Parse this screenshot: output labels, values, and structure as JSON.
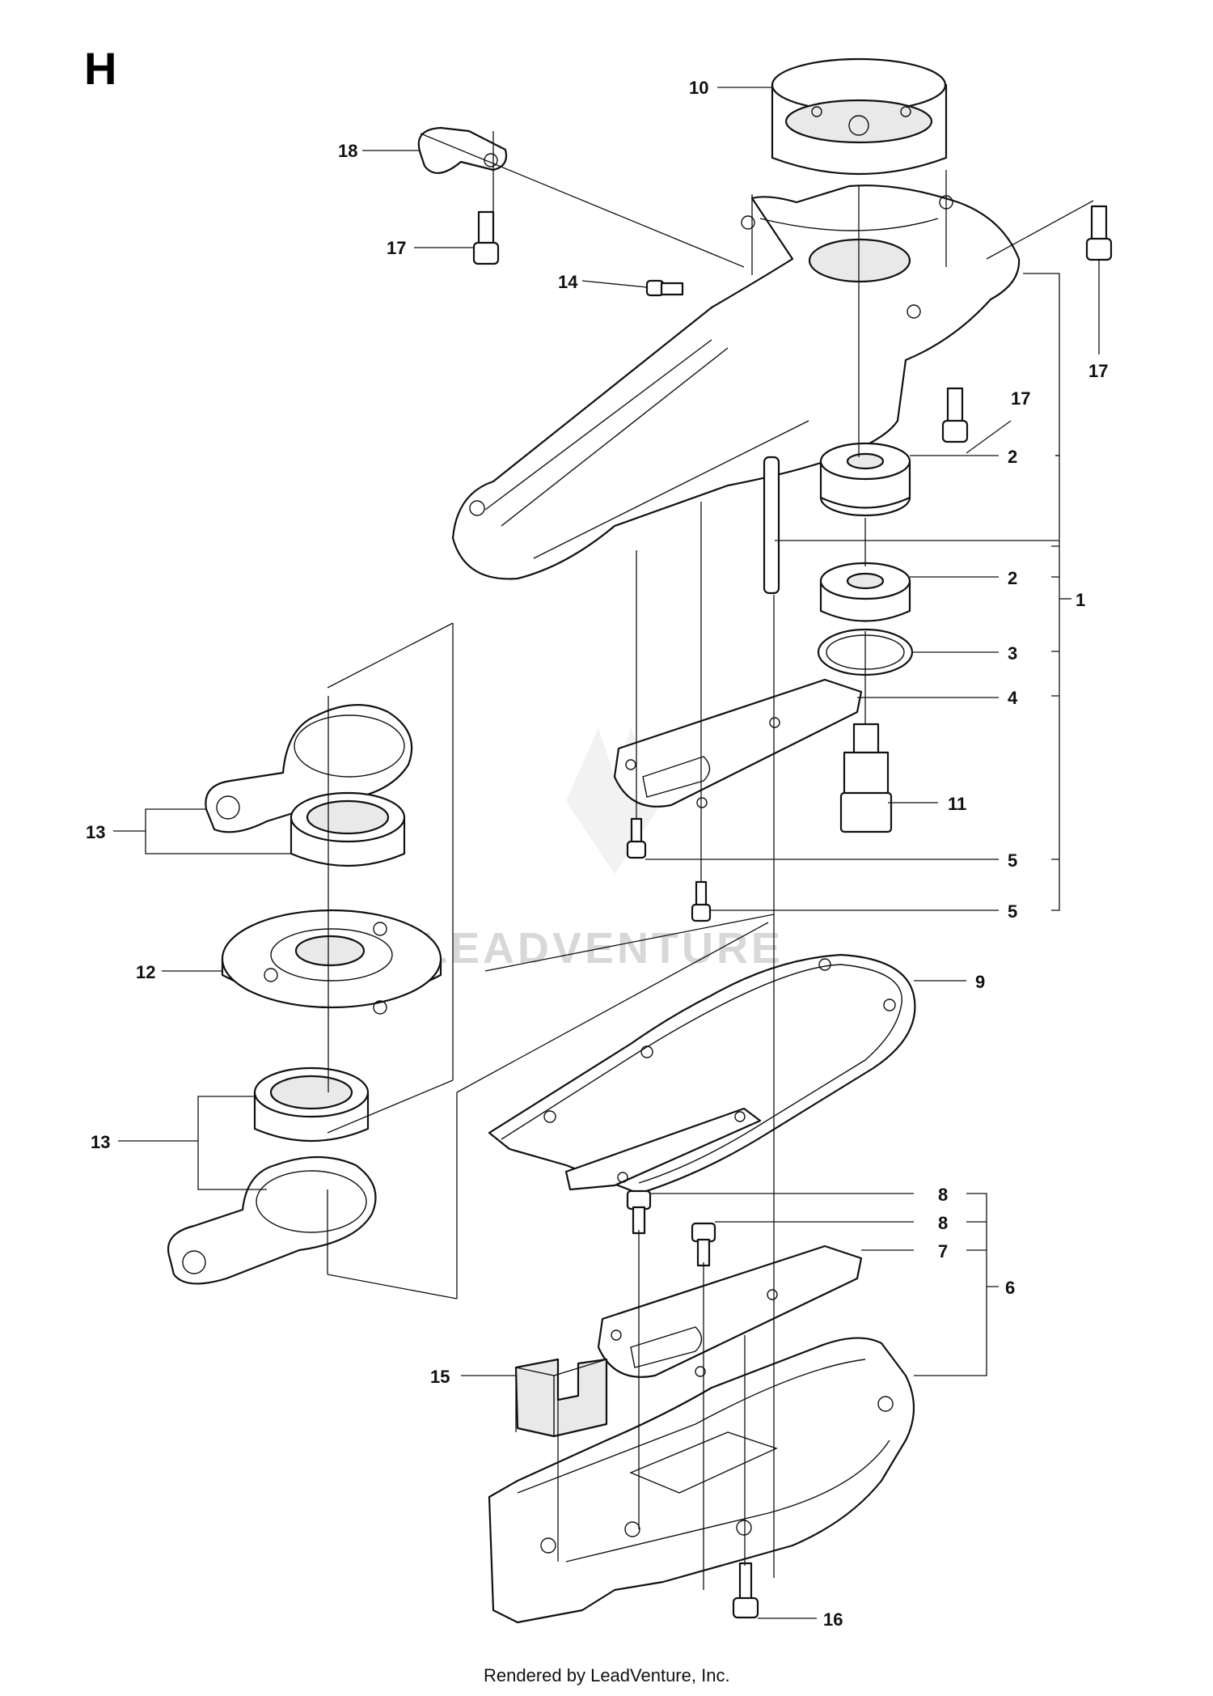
{
  "section_letter": "H",
  "watermark": "LEADVENTURE",
  "footer": "Rendered by LeadVenture, Inc.",
  "callouts": [
    {
      "id": "c10",
      "label": "10"
    },
    {
      "id": "c18",
      "label": "18"
    },
    {
      "id": "c17a",
      "label": "17"
    },
    {
      "id": "c14",
      "label": "14"
    },
    {
      "id": "c17b",
      "label": "17"
    },
    {
      "id": "c17c",
      "label": "17"
    },
    {
      "id": "c2a",
      "label": "2"
    },
    {
      "id": "c2b",
      "label": "2"
    },
    {
      "id": "c1",
      "label": "1"
    },
    {
      "id": "c3",
      "label": "3"
    },
    {
      "id": "c4",
      "label": "4"
    },
    {
      "id": "c11",
      "label": "11"
    },
    {
      "id": "c13a",
      "label": "13"
    },
    {
      "id": "c5a",
      "label": "5"
    },
    {
      "id": "c5b",
      "label": "5"
    },
    {
      "id": "c12",
      "label": "12"
    },
    {
      "id": "c9",
      "label": "9"
    },
    {
      "id": "c13b",
      "label": "13"
    },
    {
      "id": "c8a",
      "label": "8"
    },
    {
      "id": "c8b",
      "label": "8"
    },
    {
      "id": "c7",
      "label": "7"
    },
    {
      "id": "c6",
      "label": "6"
    },
    {
      "id": "c15",
      "label": "15"
    },
    {
      "id": "c16",
      "label": "16"
    }
  ]
}
